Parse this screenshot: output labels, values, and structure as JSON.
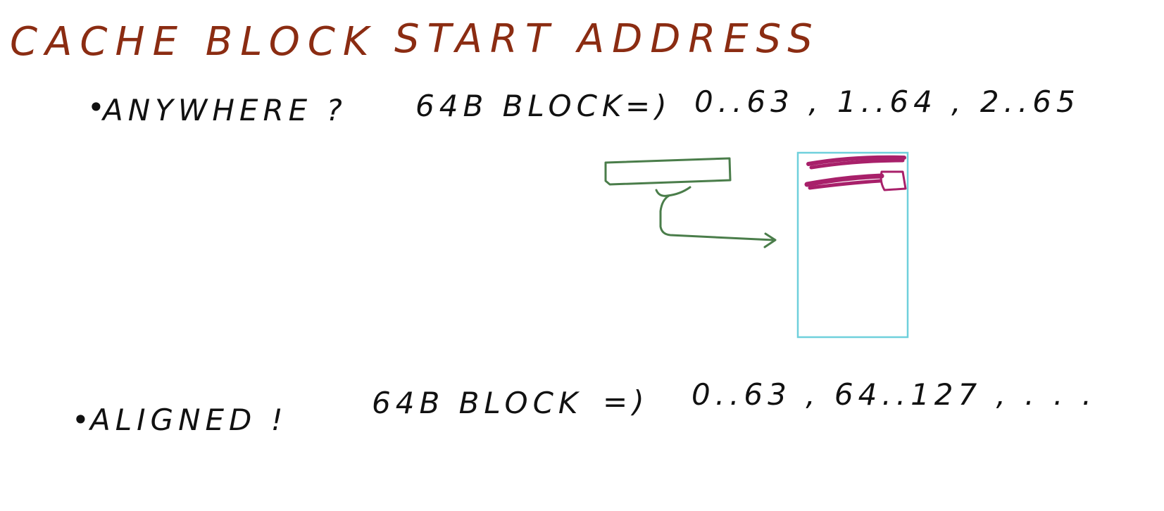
{
  "title": {
    "left_words": "CACHE BLOCK",
    "right_words": "START ADDRESS"
  },
  "anywhere": {
    "label": "ANYWHERE ?",
    "block": "64B BLOCK",
    "arrow": "=)",
    "ranges": "0..63 , 1..64 , 2..65"
  },
  "aligned": {
    "label": "ALIGNED !",
    "block": "64B BLOCK",
    "arrow": "=)",
    "ranges": "0..63 , 64..127 , . . ."
  },
  "colors": {
    "title": "#8b2c12",
    "text": "#111111",
    "block_outline": "#4a7d4a",
    "cache_outline": "#6fd0dc",
    "cache_fill_marks": "#a8206a"
  }
}
